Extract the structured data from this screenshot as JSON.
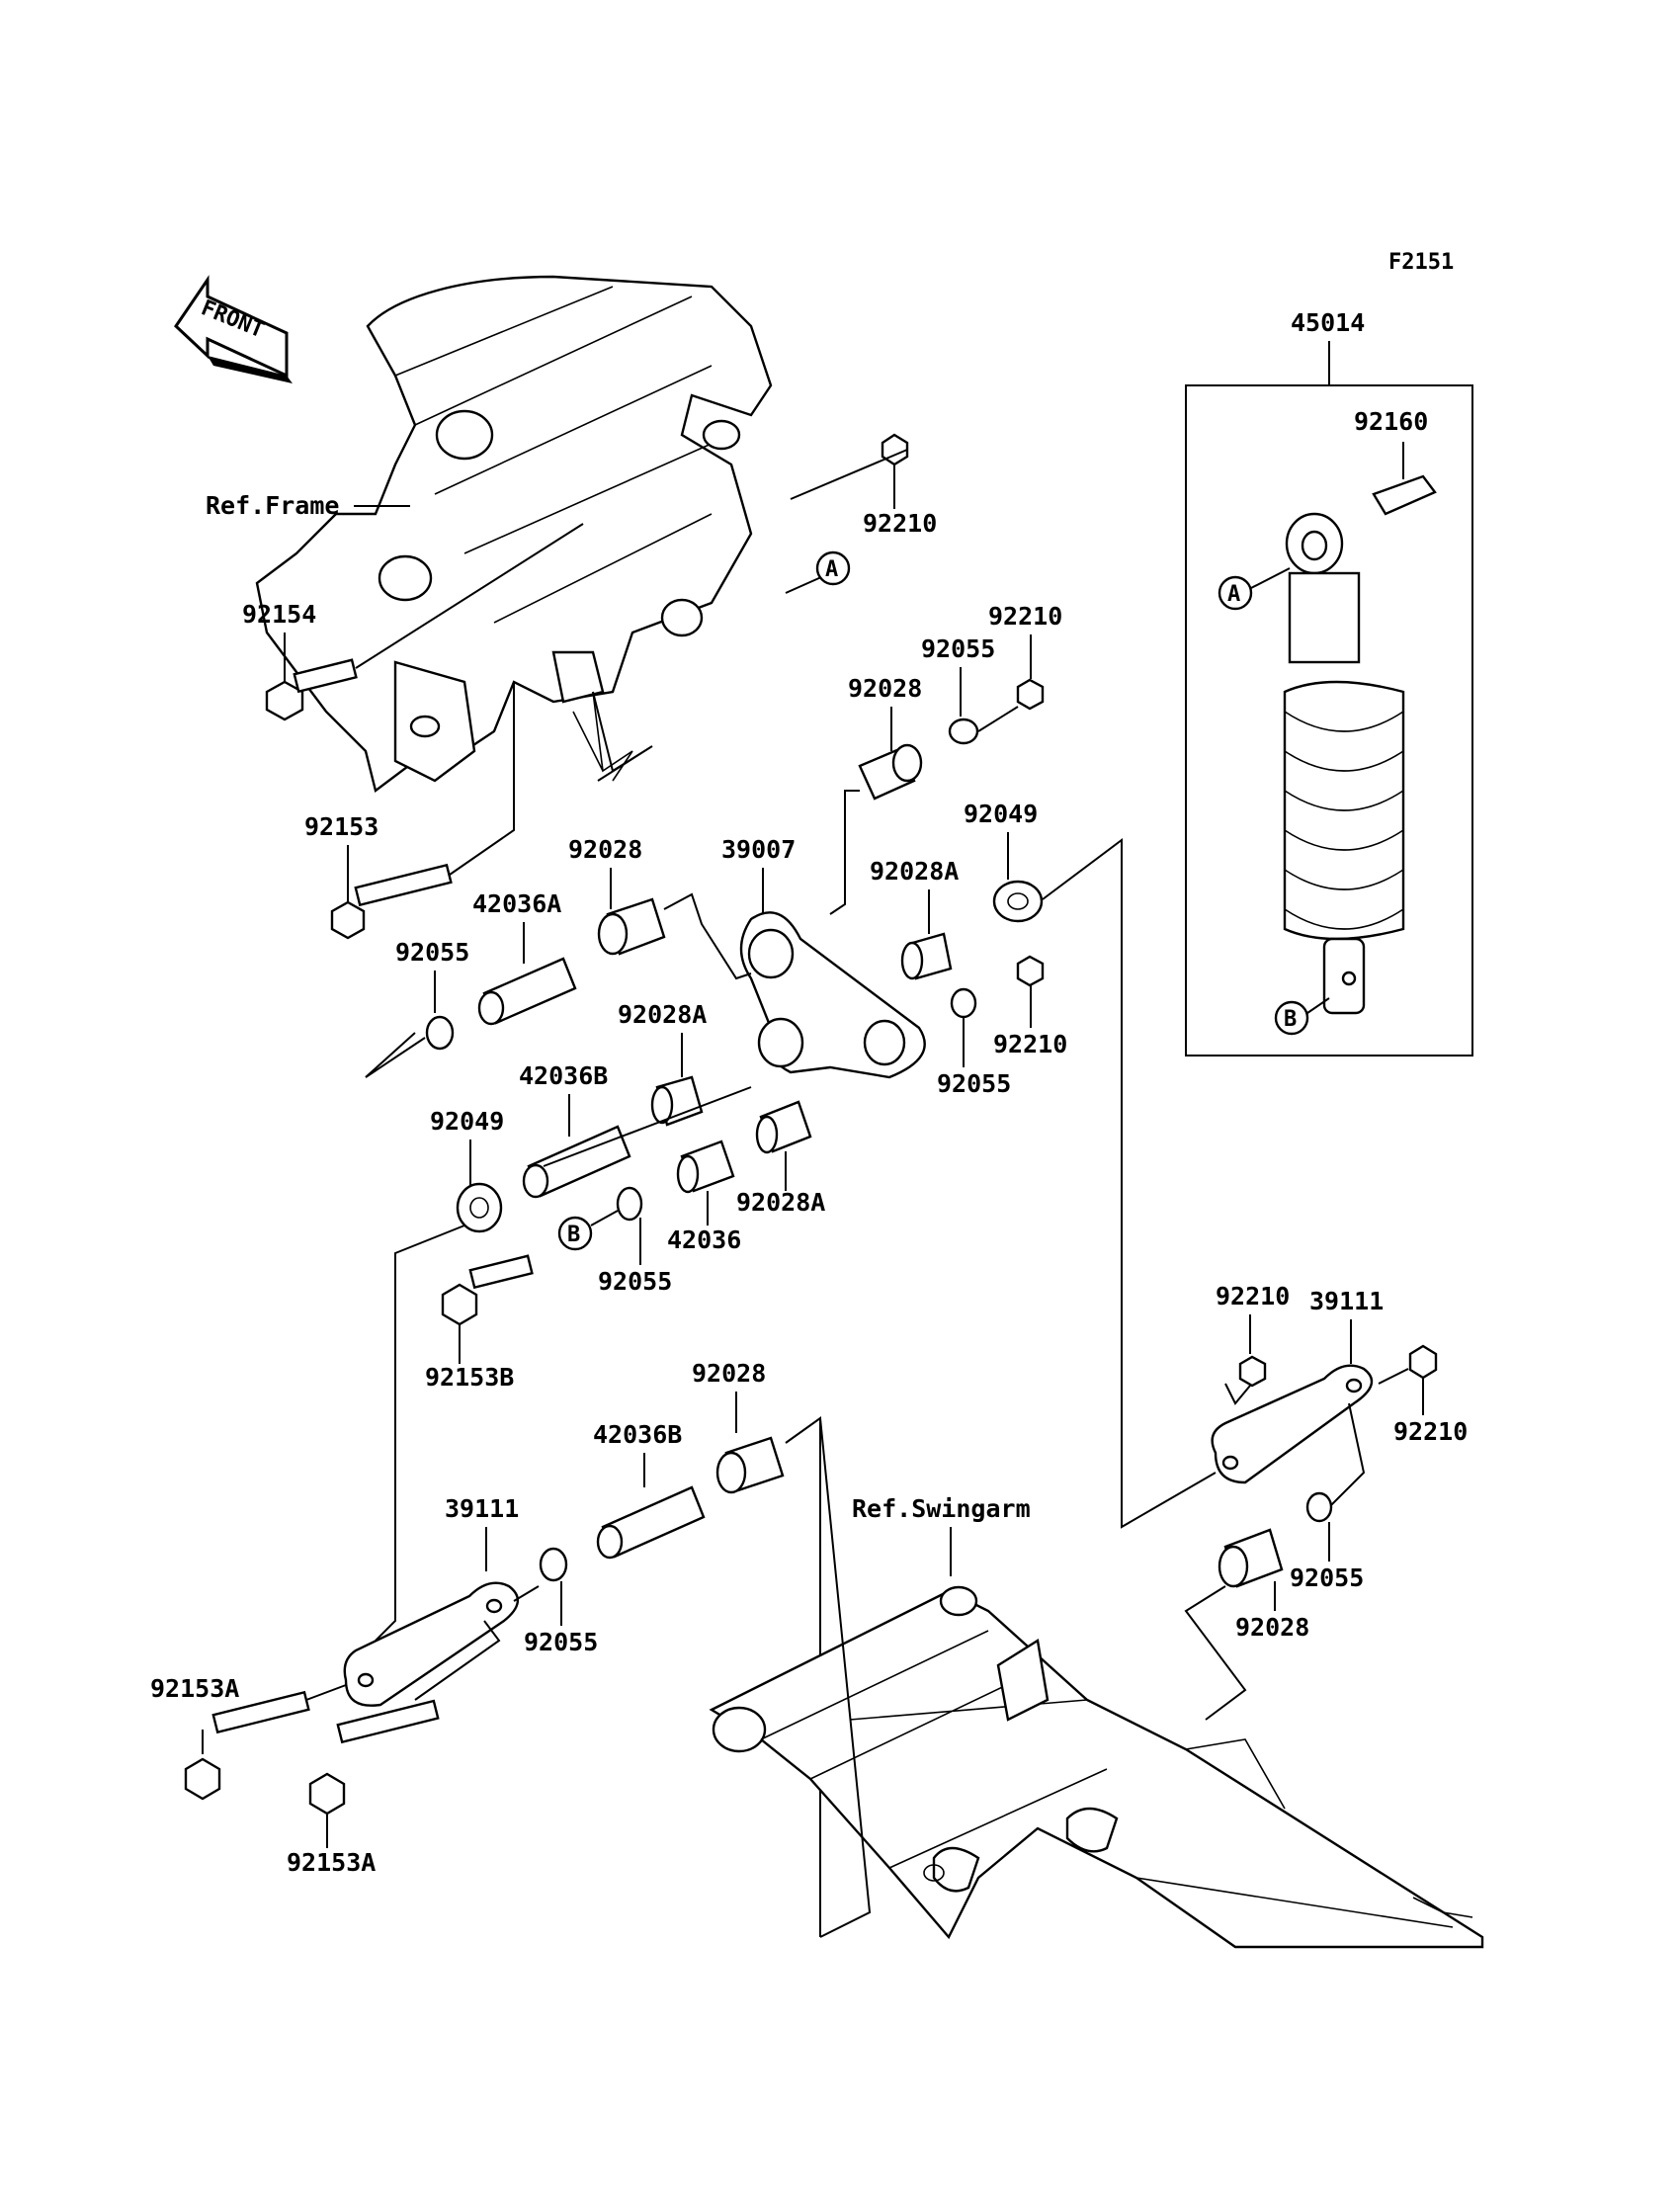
{
  "figure_code": "F2151",
  "front_arrow": "FRONT",
  "refs": {
    "frame": "Ref.Frame",
    "swingarm": "Ref.Swingarm"
  },
  "callouts": {
    "a": "A",
    "b": "B"
  },
  "labels": {
    "p45014": "45014",
    "p92160": "92160",
    "p92210_top": "92210",
    "p92154": "92154",
    "p92210_r": "92210",
    "p92055_r": "92055",
    "p92028_r": "92028",
    "p92153": "92153",
    "p92049_r": "92049",
    "p92028_top": "92028",
    "p39007": "39007",
    "p92028A_r": "92028A",
    "p42036A": "42036A",
    "p92055_l": "92055",
    "p92028A_m": "92028A",
    "p92210_m": "92210",
    "p92055_m": "92055",
    "p42036B_top": "42036B",
    "p92049_l": "92049",
    "p92028A_b": "92028A",
    "p42036": "42036",
    "p92055_b": "92055",
    "p92153B": "92153B",
    "p92210_rl": "92210",
    "p39111_r": "39111",
    "p92210_rr": "92210",
    "p92028_b": "92028",
    "p42036B_b": "42036B",
    "p39111_l": "39111",
    "p92055_lb": "92055",
    "p92055_rb": "92055",
    "p92028_rb": "92028",
    "p92153A_l": "92153A",
    "p92153A_b": "92153A"
  }
}
